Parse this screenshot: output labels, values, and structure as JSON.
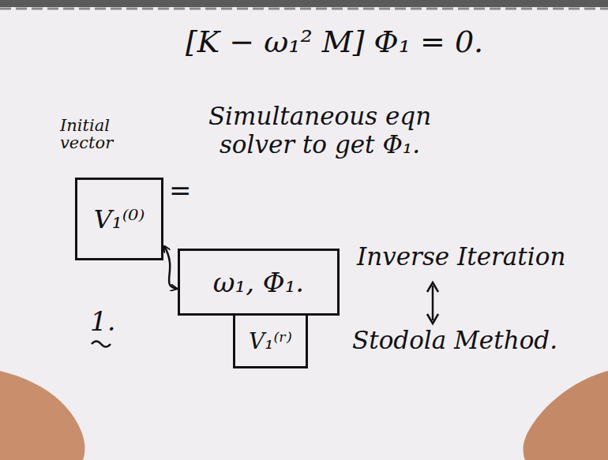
{
  "diagram": {
    "nodes": [
      {
        "text": [
          "Initial vector",
          "V₁⁽⁰⁾"
        ]
      },
      {
        "text": [
          "ω₁, Φ₁."
        ]
      },
      {
        "text": [
          "V₁⁽ʳ⁾"
        ]
      }
    ],
    "edges": [
      {
        "from": 0,
        "to": 1,
        "arrow": "both"
      }
    ],
    "labels": [
      "[K − ω₁² M] Φ₁ = 0.",
      "Simultaneous eqn solver to get Φ₁.",
      "=",
      "1.",
      "Inverse Iteration",
      "Stodola Method."
    ]
  }
}
